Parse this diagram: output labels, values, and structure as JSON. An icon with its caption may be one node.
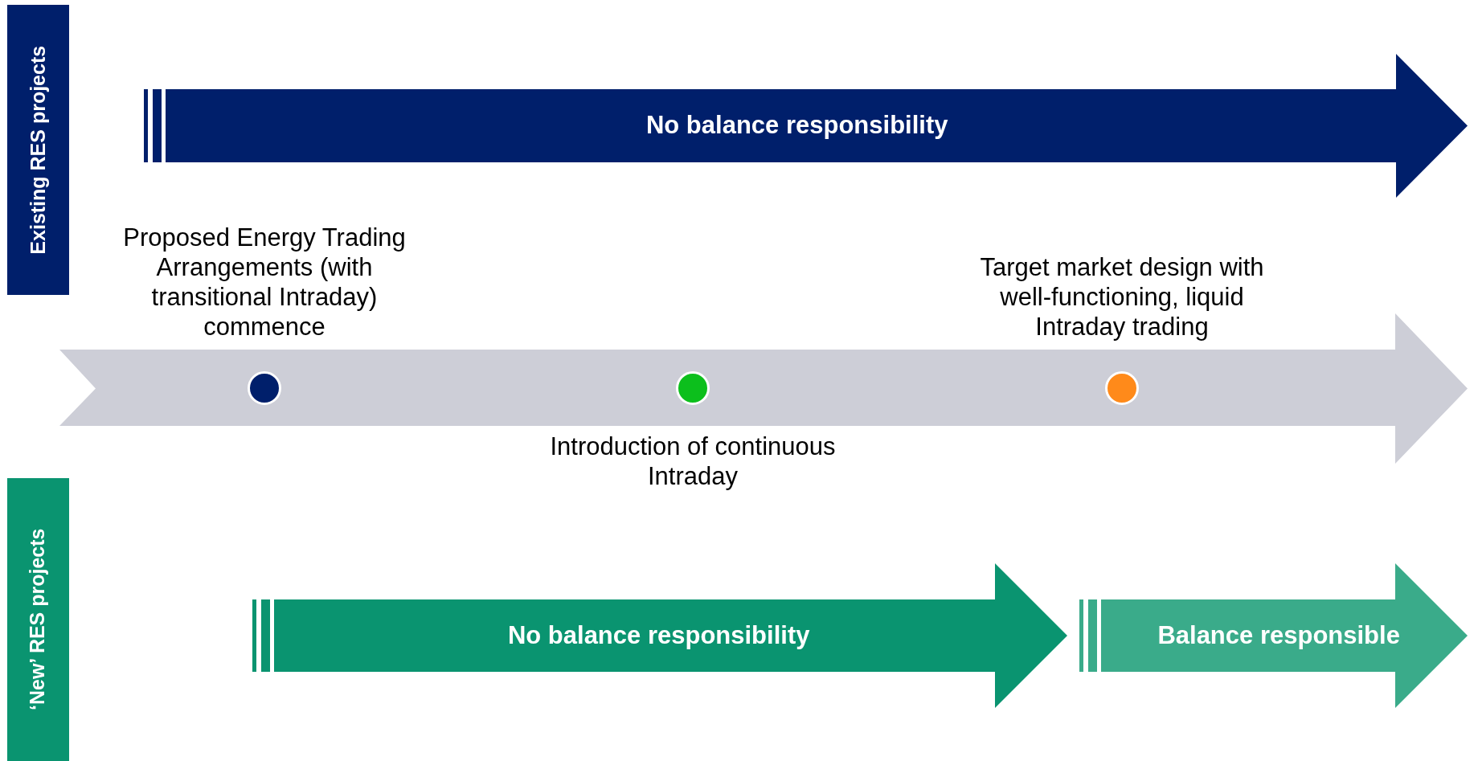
{
  "diagram": {
    "nodes": [
      {
        "text": [
          "Existing RES projects"
        ]
      },
      {
        "text": [
          "No balance responsibility"
        ]
      },
      {
        "text": [],
        "shape": "arrow"
      },
      {
        "text": [],
        "shape": "circle",
        "in": 2,
        "beside": [
          "Proposed Energy Trading Arrangements (with transitional Intraday) commence"
        ]
      },
      {
        "text": [],
        "shape": "circle",
        "in": 2,
        "beside": [
          "Introduction of continuous Intraday"
        ]
      },
      {
        "text": [],
        "shape": "circle",
        "in": 2,
        "beside": [
          "Target market design with well-functioning, liquid Intraday trading"
        ]
      },
      {
        "text": [
          "‘New’ RES projects"
        ]
      },
      {
        "text": [
          "No balance responsibility"
        ]
      },
      {
        "text": [
          "Balance responsible"
        ]
      }
    ]
  }
}
